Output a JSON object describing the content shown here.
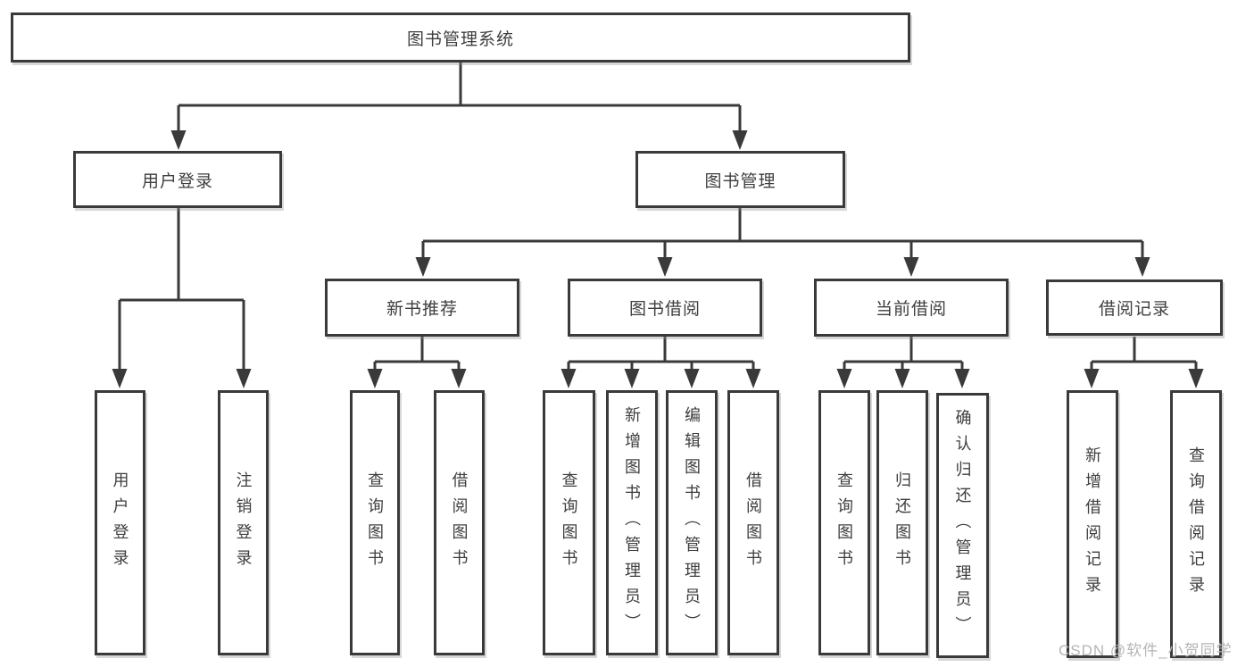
{
  "colors": {
    "background": "#ffffff",
    "line": "#3a3a3a",
    "text": "#3e3e3e",
    "watermark": "#b5b5b5"
  },
  "watermark": "CSDN @软件_小贺同学",
  "tree": {
    "root": {
      "label": "图书管理系统"
    },
    "branches": [
      {
        "label": "用户登录",
        "children": [
          {
            "label": "用户登录"
          },
          {
            "label": "注销登录"
          }
        ]
      },
      {
        "label": "图书管理",
        "children": [
          {
            "label": "新书推荐",
            "children": [
              {
                "label": "查询图书"
              },
              {
                "label": "借阅图书"
              }
            ]
          },
          {
            "label": "图书借阅",
            "children": [
              {
                "label": "查询图书"
              },
              {
                "label": "新增图书（管理员）"
              },
              {
                "label": "编辑图书（管理员）"
              },
              {
                "label": "借阅图书"
              }
            ]
          },
          {
            "label": "当前借阅",
            "children": [
              {
                "label": "查询图书"
              },
              {
                "label": "归还图书"
              },
              {
                "label": "确认归还（管理员）"
              }
            ]
          },
          {
            "label": "借阅记录",
            "children": [
              {
                "label": "新增借阅记录"
              },
              {
                "label": "查询借阅记录"
              }
            ]
          }
        ]
      }
    ]
  }
}
